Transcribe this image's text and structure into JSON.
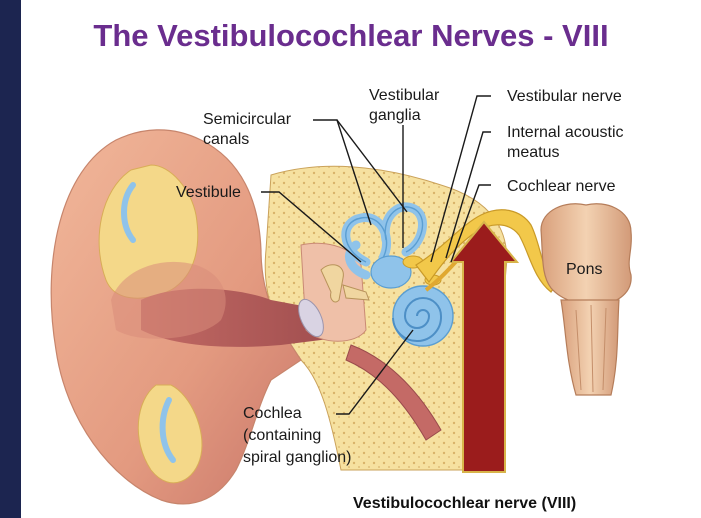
{
  "slide": {
    "title": "The Vestibulocochlear Nerves - VIII"
  },
  "labels": {
    "semicircular_canals": [
      "Semicircular",
      "canals"
    ],
    "vestibular_ganglia": [
      "Vestibular",
      "ganglia"
    ],
    "vestibular_nerve": "Vestibular nerve",
    "internal_acoustic_meatus": [
      "Internal acoustic",
      "meatus"
    ],
    "cochlear_nerve": "Cochlear nerve",
    "vestibule": "Vestibule",
    "pons": "Pons",
    "cochlea": [
      "Cochlea",
      "(containing",
      "spiral ganglion)"
    ],
    "vestibulocochlear_nerve": "Vestibulocochlear nerve (VIII)"
  },
  "colors": {
    "background": "#1c2550",
    "title": "#6a2d8e",
    "arrow_fill": "#9b1c1c",
    "arrow_outline": "#d8b44a",
    "nerve": "#f2c84a",
    "inner_ear": "#8fc3ea",
    "bone": "#f4dc8c",
    "skin": "#e8a286"
  }
}
